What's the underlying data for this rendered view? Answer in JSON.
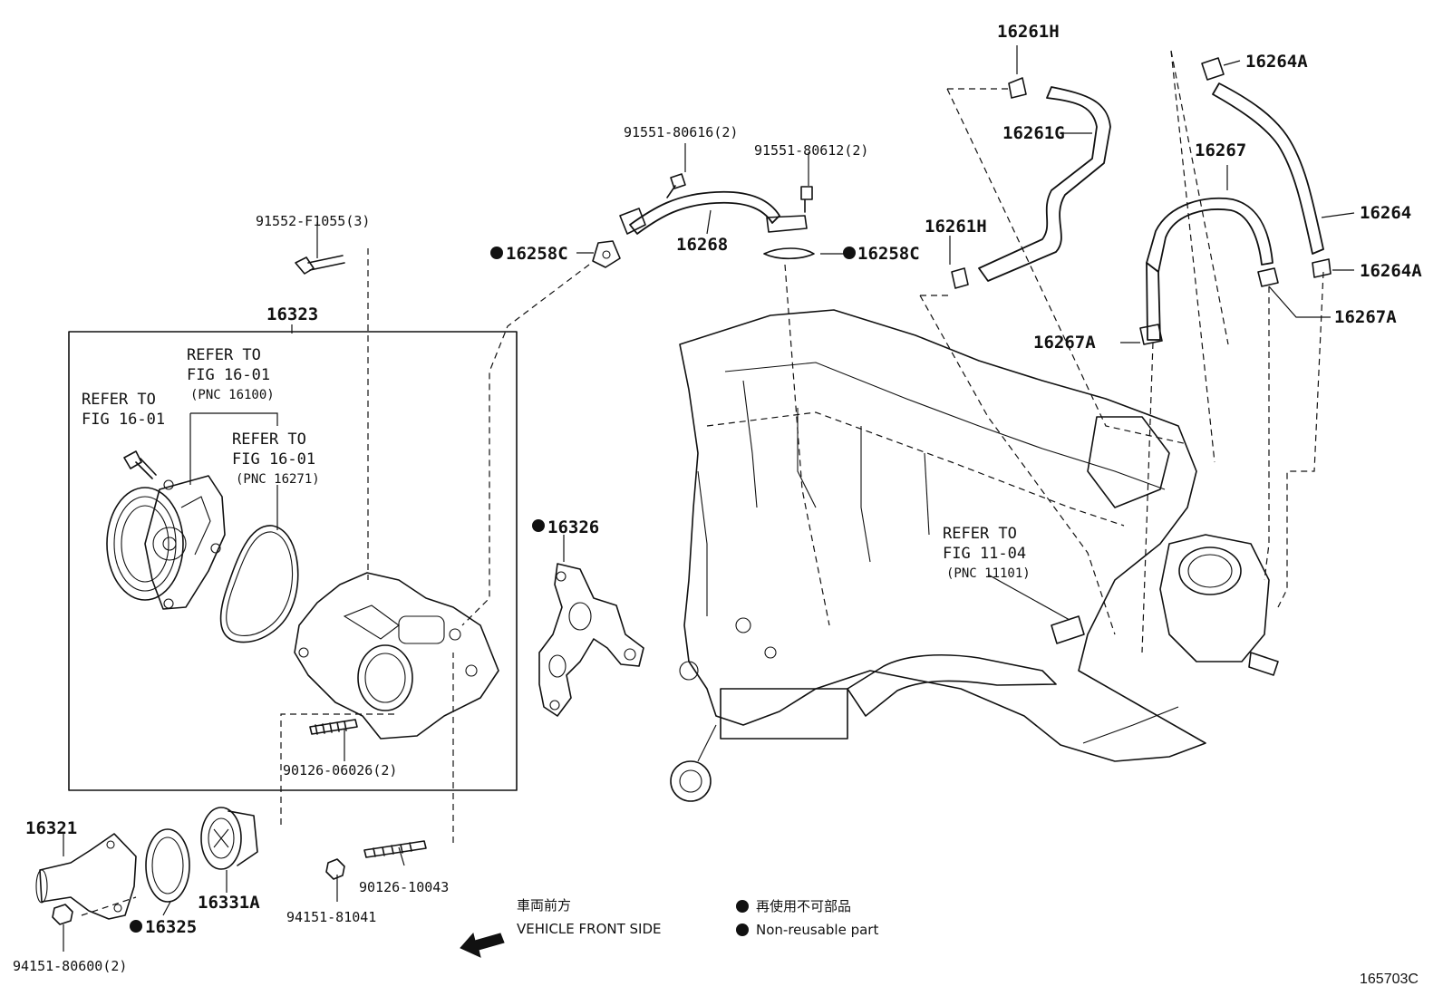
{
  "labels": {
    "p16261H_top": "16261H",
    "p16261G": "16261G",
    "p16261H_mid": "16261H",
    "p16264A_top": "16264A",
    "p16264": "16264",
    "p16264A_bot": "16264A",
    "p16267": "16267",
    "p16267A_left": "16267A",
    "p16267A_right": "16267A",
    "p91551_80616": "91551-80616(2)",
    "p91551_80612": "91551-80612(2)",
    "p16268": "16268",
    "p16258C_left": "16258C",
    "p16258C_right": "16258C",
    "p91552": "91552-F1055(3)",
    "p16323": "16323",
    "p16326": "16326",
    "p90126_06026": "90126-06026(2)",
    "p16321": "16321",
    "p16325": "16325",
    "p16331A": "16331A",
    "p90126_10043": "90126-10043",
    "p94151_81041": "94151-81041",
    "p94151_80600": "94151-80600(2)"
  },
  "refs": {
    "ref1": {
      "line1": "REFER TO",
      "line2": "FIG 16-01",
      "line3": "(PNC 16100)"
    },
    "ref2": {
      "line1": "REFER TO",
      "line2": "FIG 16-01"
    },
    "ref3": {
      "line1": "REFER TO",
      "line2": "FIG 16-01",
      "line3": "(PNC 16271)"
    },
    "ref4": {
      "line1": "REFER TO",
      "line2": "FIG 11-04",
      "line3": "(PNC 11101)"
    }
  },
  "legend": {
    "front_jp": "車両前方",
    "front_en": "VEHICLE FRONT SIDE",
    "nonreuse_jp": "再使用不可部品",
    "nonreuse_en": "Non-reusable part"
  },
  "figure_number": "165703C"
}
